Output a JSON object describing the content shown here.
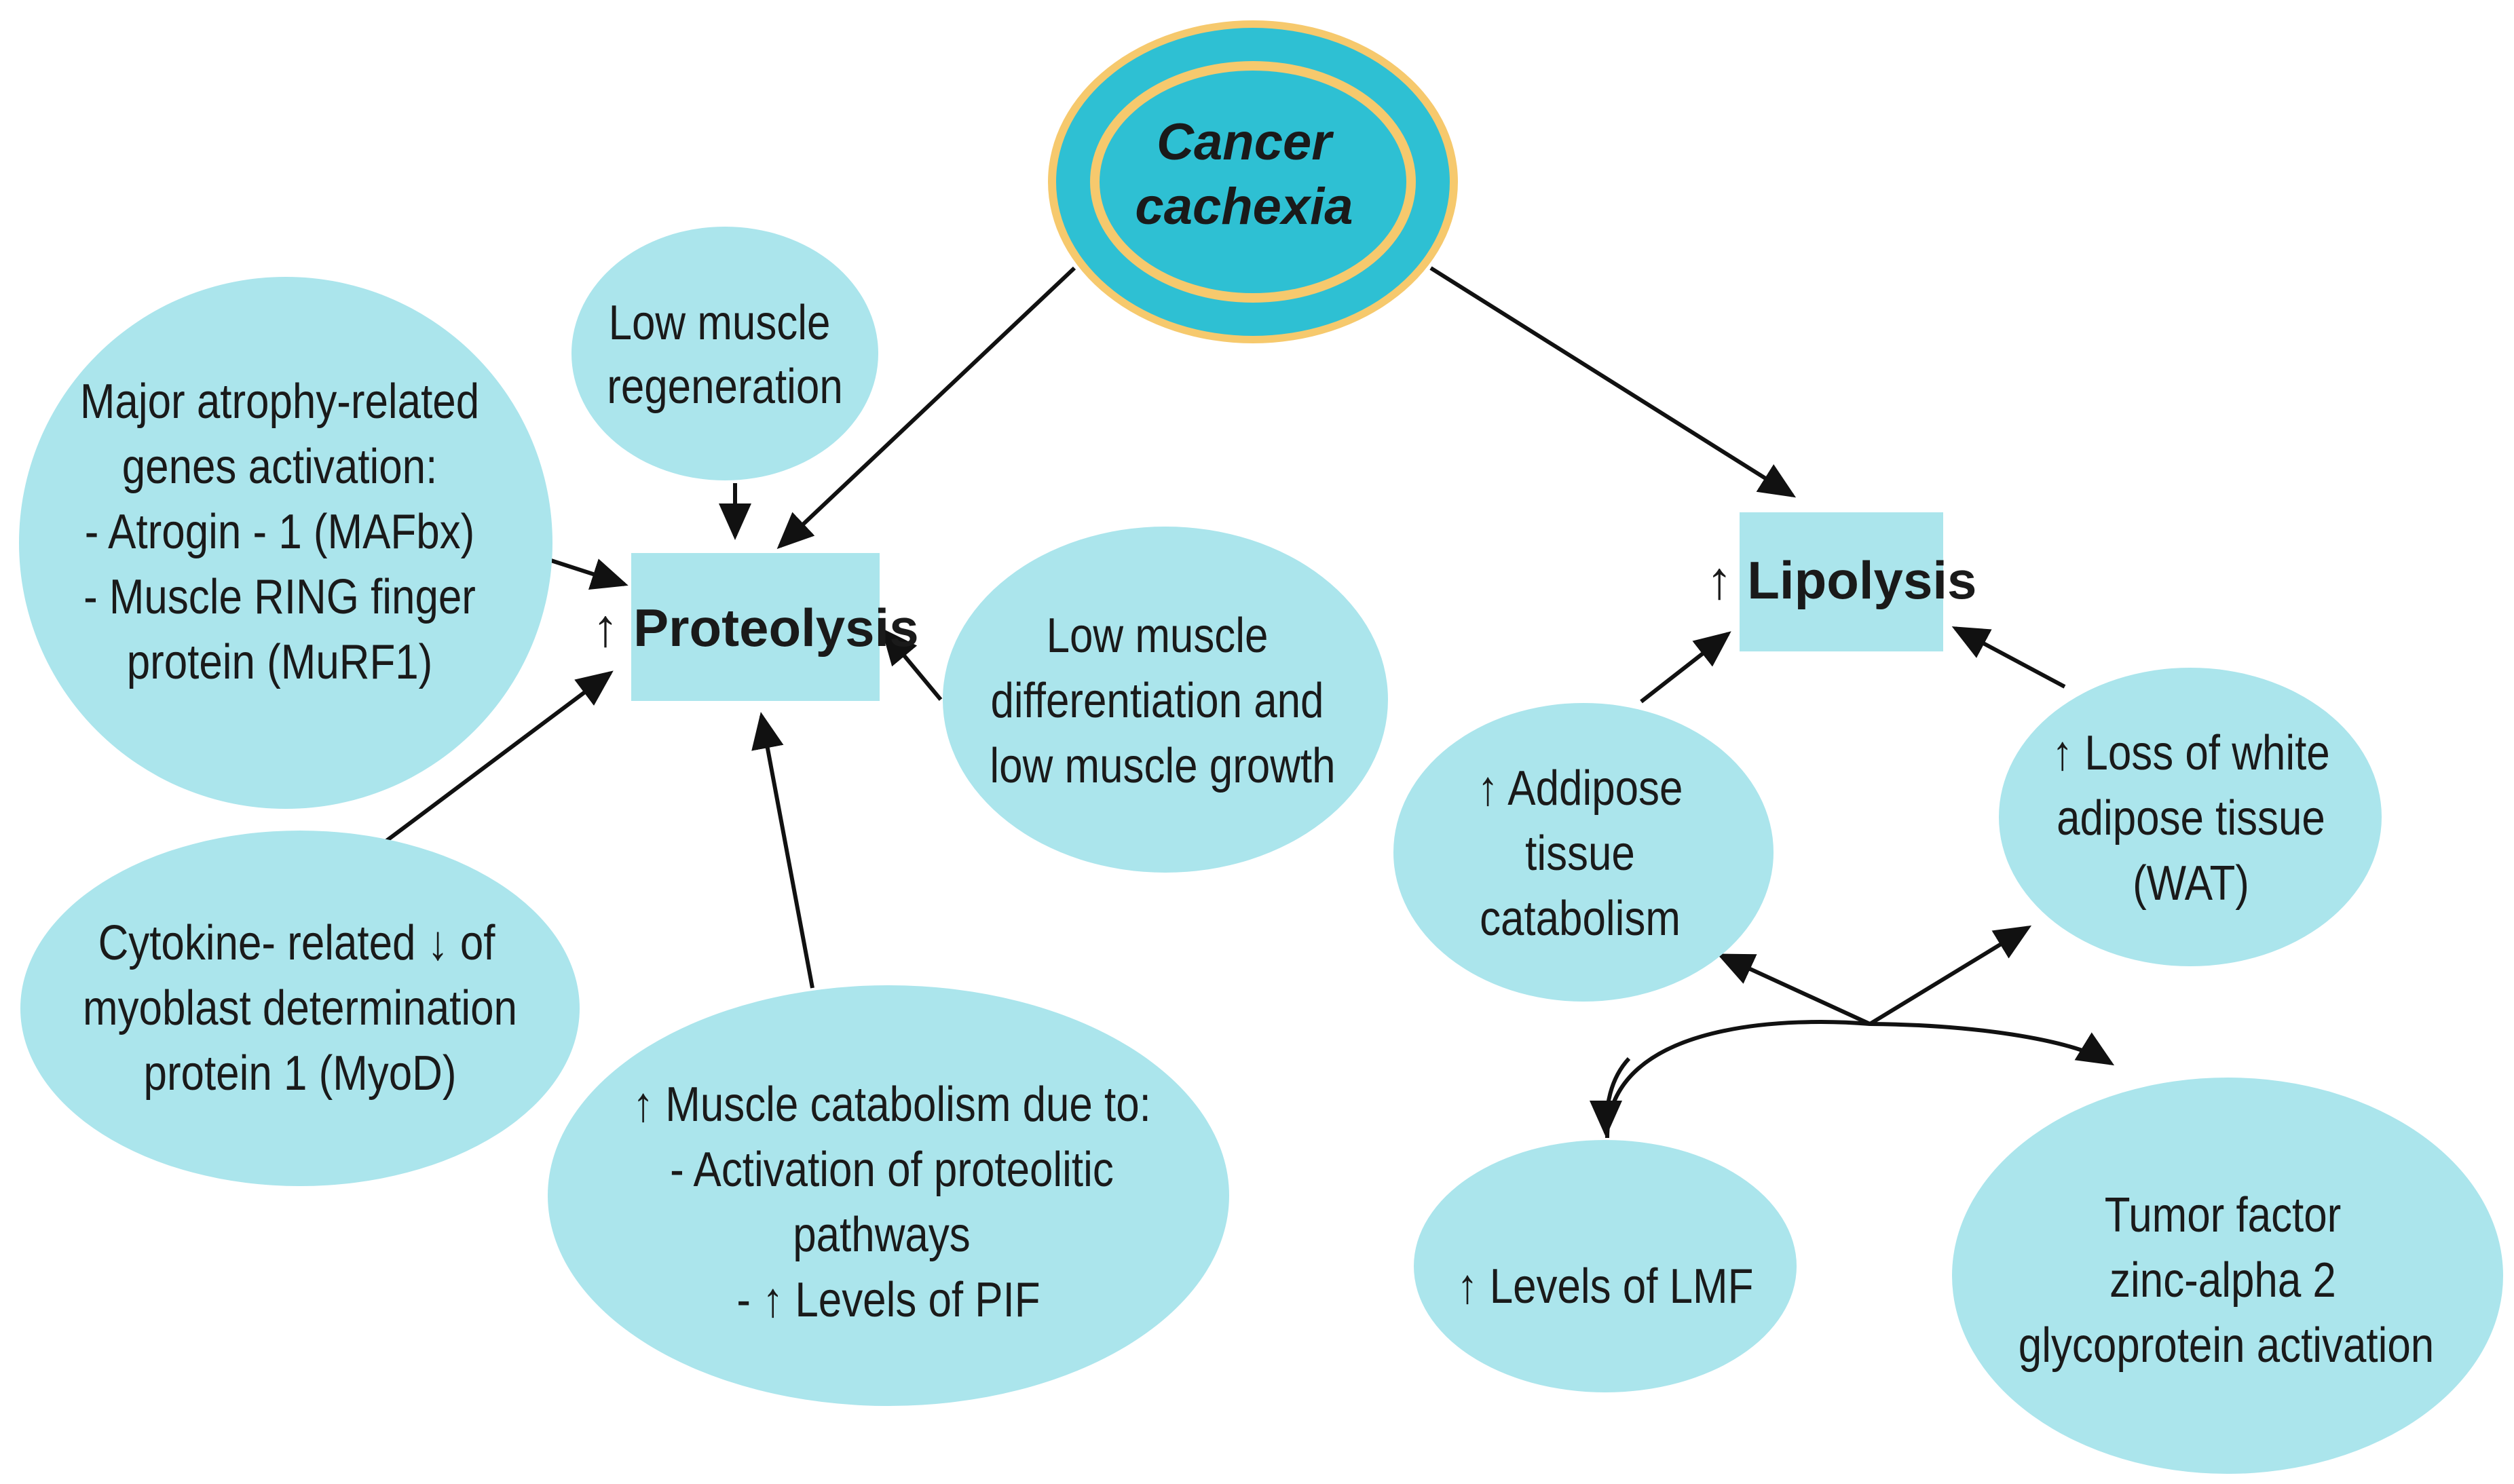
{
  "colors": {
    "node_fill": "#ABE5EC",
    "center_inner": "#2EC0D3",
    "center_ring": "#F6C96D",
    "line": "#111111"
  },
  "center": {
    "lines": [
      "Cancer",
      "cachexia"
    ]
  },
  "proteolysis": {
    "label": "↑ Proteolysis"
  },
  "lipolysis": {
    "label": "↑ Lipolysis"
  },
  "nodes": {
    "atrophy_genes": {
      "lines": [
        "Major atrophy-related",
        "genes activation:",
        "- Atrogin - 1 (MAFbx)",
        "- Muscle RING finger",
        "protein (MuRF1)"
      ]
    },
    "low_regeneration": {
      "lines": [
        "Low muscle",
        "regeneration"
      ]
    },
    "low_differentiation": {
      "lines": [
        "Low muscle",
        "differentiation and",
        "low muscle growth"
      ]
    },
    "cytokine_myod": {
      "lines": [
        "Cytokine- related  ↓ of",
        "myoblast determination",
        "protein 1 (MyoD)"
      ]
    },
    "muscle_catabolism": {
      "lines": [
        "↑  Muscle catabolism due to:",
        "- Activation of proteolitic",
        "pathways",
        "- ↑ Levels of PIF"
      ]
    },
    "adipose_catabolism": {
      "lines": [
        "↑ Addipose",
        "tissue",
        "catabolism"
      ]
    },
    "loss_wat": {
      "lines": [
        "↑ Loss of white",
        "adipose tissue",
        "(WAT)"
      ]
    },
    "lmf": {
      "lines": [
        "↑ Levels of LMF"
      ]
    },
    "tumor_factor": {
      "lines": [
        "Tumor factor",
        "zinc-alpha 2",
        "glycoprotein activation"
      ]
    }
  }
}
